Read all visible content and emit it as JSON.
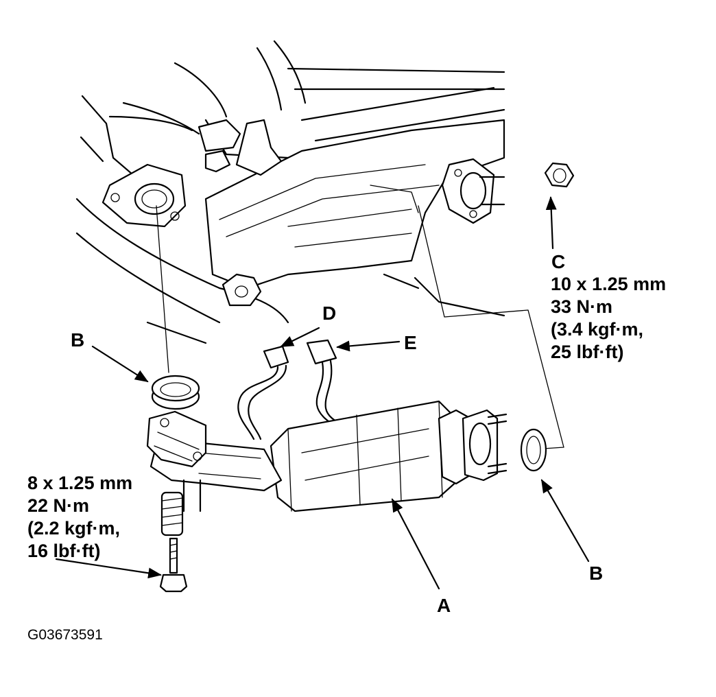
{
  "diagram": {
    "callouts": {
      "A": "A",
      "B_left": "B",
      "B_right": "B",
      "C": "C",
      "D": "D",
      "E": "E"
    },
    "spec_c": {
      "size": "10 x 1.25 mm",
      "torque_nm": "33 N·m",
      "torque_kgf": "(3.4 kgf·m,",
      "torque_lbf": "25 lbf·ft)"
    },
    "spec_bolt": {
      "size": "8 x 1.25 mm",
      "torque_nm": "22 N·m",
      "torque_kgf": "(2.2 kgf·m,",
      "torque_lbf": "16 lbf·ft)"
    },
    "figure_code": "G03673591"
  }
}
